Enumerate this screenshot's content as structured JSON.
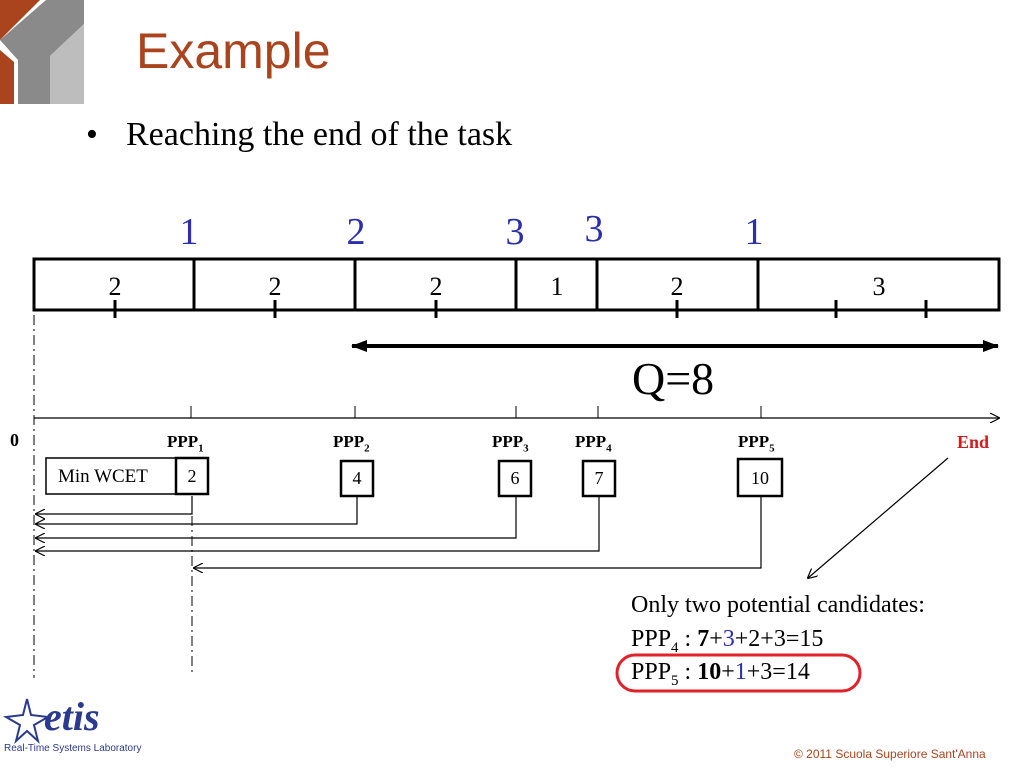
{
  "slide": {
    "title": "Example",
    "bullet_glyph": "•",
    "bullet": "Reaching the end of the task"
  },
  "timeline": {
    "top_labels": [
      "1",
      "2",
      "3",
      "3",
      "1"
    ],
    "segments": [
      "2",
      "2",
      "2",
      "1",
      "2",
      "3"
    ],
    "quantum_label": "Q=8",
    "origin_label": "0",
    "ppp_prefix": "PPP",
    "ppp": [
      {
        "index": "1",
        "value": "2"
      },
      {
        "index": "2",
        "value": "4"
      },
      {
        "index": "3",
        "value": "6"
      },
      {
        "index": "4",
        "value": "7"
      },
      {
        "index": "5",
        "value": "10"
      }
    ],
    "min_wcet_label": "Min WCET",
    "end_label": "End"
  },
  "note": {
    "line1": "Only two potential candidates:",
    "line2": {
      "prefix": "PPP",
      "sub": "4",
      "sep": " : ",
      "bold": "7",
      "plus1": "+",
      "blue": "3",
      "rest": "+2+3=15"
    },
    "line3": {
      "prefix": "PPP",
      "sub": "5",
      "sep": " : ",
      "bold": "10",
      "plus1": "+",
      "blue": "1",
      "rest": "+3=14"
    }
  },
  "colors": {
    "title": "#a9441f",
    "blue_labels": "#2b2fae",
    "end_label": "#d21c1c",
    "highlight": "#e0222a"
  },
  "footer": {
    "logo_name": "etis",
    "logo_sub": "Real-Time Systems Laboratory",
    "copyright": "© 2011 Scuola Superiore Sant'Anna"
  }
}
